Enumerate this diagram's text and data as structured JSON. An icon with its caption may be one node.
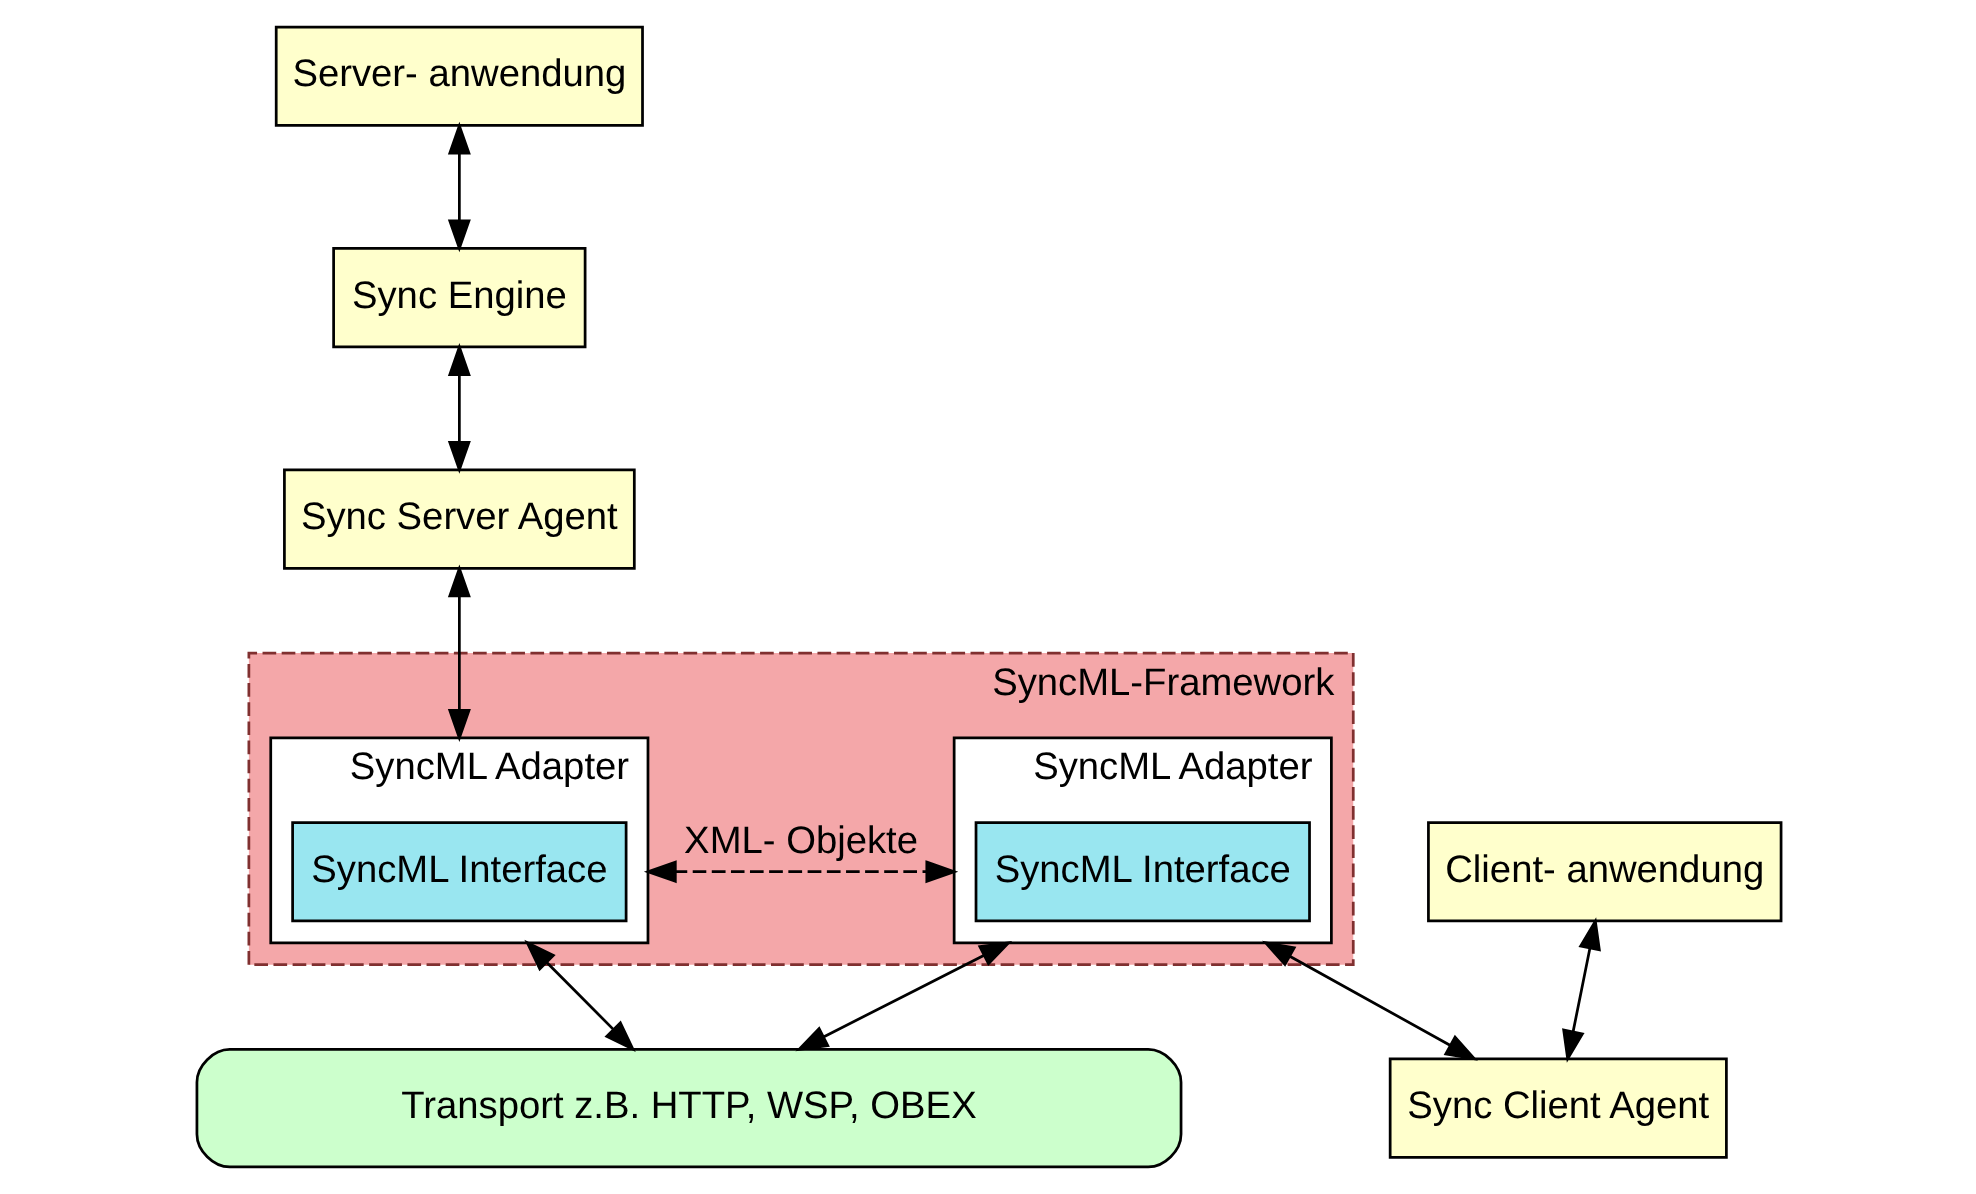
{
  "diagram": {
    "nodes": [
      {
        "text": [
          "Server- anwendung"
        ]
      },
      {
        "text": [
          "Sync Engine"
        ]
      },
      {
        "text": [
          "Sync Server Agent"
        ]
      },
      {
        "text": [
          "Client- anwendung"
        ]
      },
      {
        "text": [
          "Sync Client Agent"
        ]
      },
      {
        "text": [
          "SyncML-Framework"
        ]
      },
      {
        "text": [
          "SyncML Adapter"
        ],
        "in": 5
      },
      {
        "text": [
          "SyncML Interface"
        ],
        "in": 6
      },
      {
        "text": [
          "SyncML Adapter"
        ],
        "in": 5
      },
      {
        "text": [
          "SyncML Interface"
        ],
        "in": 8
      },
      {
        "text": [
          "Transport z.B. HTTP, WSP, OBEX"
        ]
      }
    ],
    "edges": [
      {
        "from": 0,
        "to": 1,
        "arrow": "both"
      },
      {
        "from": 1,
        "to": 2,
        "arrow": "both"
      },
      {
        "from": 2,
        "to": 6,
        "arrow": "both"
      },
      {
        "from": 6,
        "to": 8,
        "arrow": "both",
        "style": "dashed",
        "label": "XML- Objekte"
      },
      {
        "from": 8,
        "to": 4,
        "arrow": "both"
      },
      {
        "from": 3,
        "to": 4,
        "arrow": "both"
      },
      {
        "from": 6,
        "to": 10,
        "arrow": "both"
      },
      {
        "from": 8,
        "to": 10,
        "arrow": "both"
      }
    ]
  }
}
